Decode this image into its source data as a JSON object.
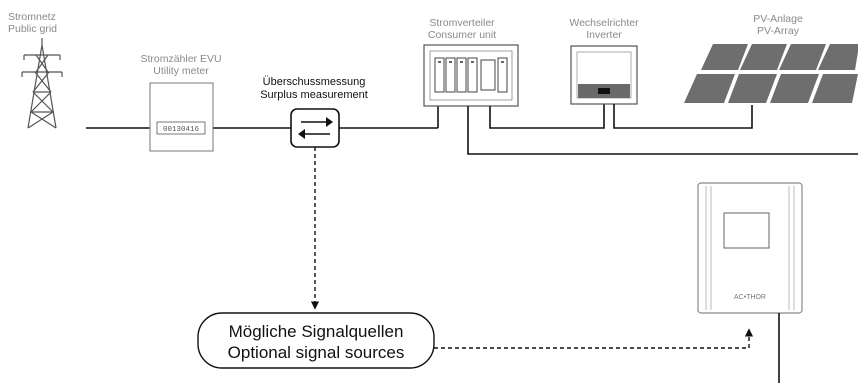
{
  "labels": {
    "grid_de": "Stromnetz",
    "grid_en": "Public grid",
    "meter_de": "Stromzähler EVU",
    "meter_en": "Utility meter",
    "meter_reading": "00130416",
    "surplus_de": "Überschussmessung",
    "surplus_en": "Surplus measurement",
    "consumer_de": "Stromverteiler",
    "consumer_en": "Consumer unit",
    "inverter_de": "Wechselrichter",
    "inverter_en": "Inverter",
    "pv_de": "PV-Anlage",
    "pv_en": "PV-Array",
    "signal_de": "Mögliche Signalquellen",
    "signal_en": "Optional signal sources",
    "device_brand": "AC•THOR"
  },
  "colors": {
    "line": "#111111",
    "label_grey": "#8a8a8a",
    "pylon": "#555555",
    "panel": "#6e6e6e",
    "device_outline": "#888888"
  }
}
